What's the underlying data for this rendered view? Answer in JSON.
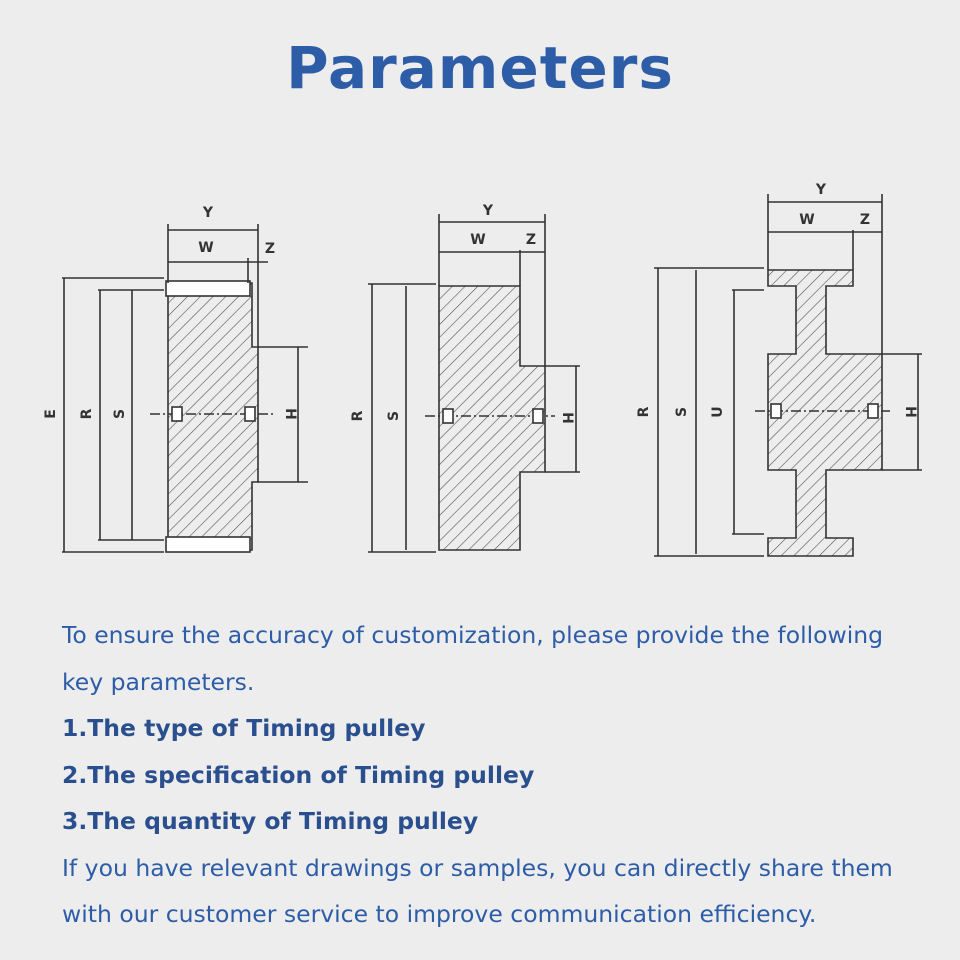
{
  "title": "Parameters",
  "diagrams": [
    {
      "labels": {
        "y": "Y",
        "w": "W",
        "z": "Z",
        "e": "E",
        "r": "R",
        "s": "S",
        "h": "H"
      }
    },
    {
      "labels": {
        "y": "Y",
        "w": "W",
        "z": "Z",
        "r": "R",
        "s": "S",
        "h": "H"
      }
    },
    {
      "labels": {
        "y": "Y",
        "w": "W",
        "z": "Z",
        "r": "R",
        "s": "S",
        "u": "U",
        "h": "H"
      }
    }
  ],
  "instructions": {
    "intro": "To ensure the accuracy of customization, please provide the following key parameters.",
    "items": [
      "1.The type of Timing pulley",
      "2.The specification of Timing pulley",
      "3.The quantity of Timing pulley"
    ],
    "closing": "If you have relevant drawings or samples, you can directly share them with our customer service to improve communication efficiency."
  }
}
